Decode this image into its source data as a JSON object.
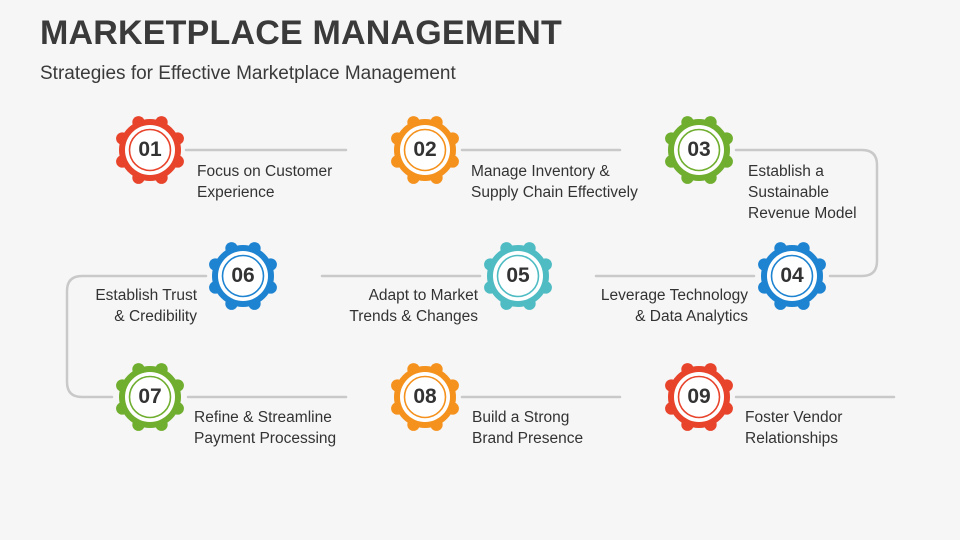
{
  "header": {
    "title": "MARKETPLACE MANAGEMENT",
    "subtitle": "Strategies for Effective Marketplace Management"
  },
  "steps": [
    {
      "number": "01",
      "text": "Focus on Customer\nExperience",
      "color": "#e8432b"
    },
    {
      "number": "02",
      "text": "Manage Inventory &\nSupply Chain Effectively",
      "color": "#f5921e"
    },
    {
      "number": "03",
      "text": "Establish a\nSustainable\nRevenue Model",
      "color": "#6fae2e"
    },
    {
      "number": "04",
      "text": "Leverage Technology\n& Data Analytics",
      "color": "#1e84d2"
    },
    {
      "number": "05",
      "text": "Adapt to Market\nTrends & Changes",
      "color": "#4fbcc4"
    },
    {
      "number": "06",
      "text": "Establish Trust\n& Credibility",
      "color": "#1e84d2"
    },
    {
      "number": "07",
      "text": "Refine & Streamline\nPayment Processing",
      "color": "#6fae2e"
    },
    {
      "number": "08",
      "text": "Build a Strong\nBrand Presence",
      "color": "#f5921e"
    },
    {
      "number": "09",
      "text": "Foster Vendor\nRelationships",
      "color": "#e8432b"
    }
  ]
}
